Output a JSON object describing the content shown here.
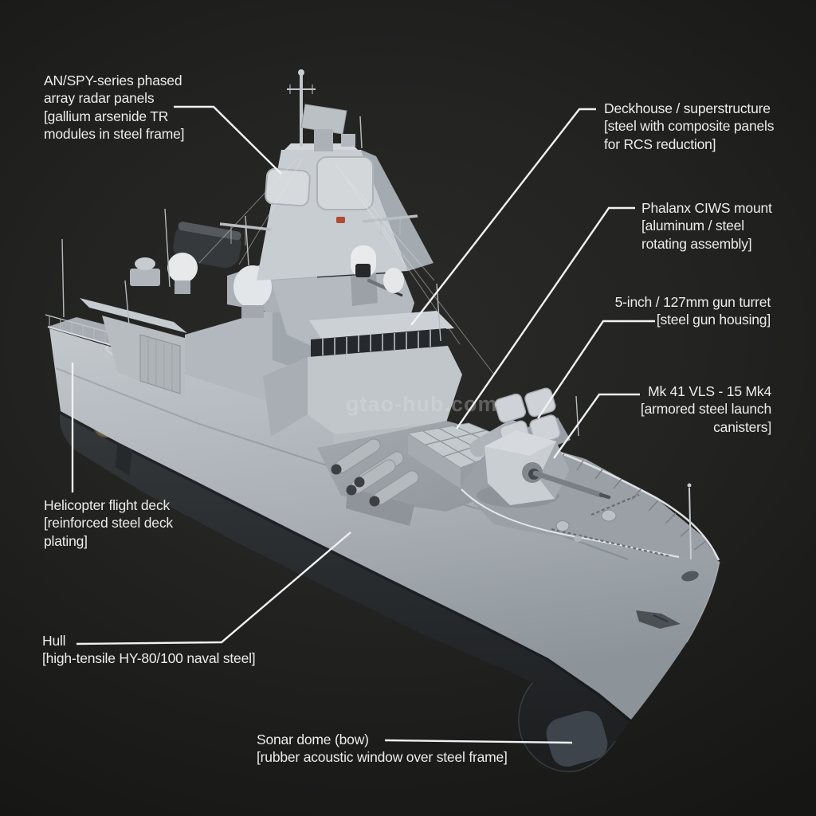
{
  "watermark": {
    "text": "gtao-hub.com"
  },
  "labels": {
    "radar": {
      "lines": [
        "AN/SPY-series phased",
        "array radar panels",
        "[gallium arsenide TR",
        "modules in steel frame]"
      ]
    },
    "deckhouse": {
      "lines": [
        "Deckhouse / superstructure",
        "[steel with composite panels",
        "for RCS reduction]"
      ]
    },
    "phalanx": {
      "lines": [
        "Phalanx CIWS mount",
        "[aluminum / steel",
        "rotating assembly]"
      ]
    },
    "gun": {
      "lines": [
        "5-inch / 127mm gun turret",
        "[steel gun housing]"
      ]
    },
    "vls": {
      "lines": [
        "Mk 41 VLS - 15 Mk4",
        "[armored steel launch",
        "canisters]"
      ]
    },
    "helideck": {
      "lines": [
        "Helicopter flight deck",
        "[reinforced steel deck",
        "plating]"
      ]
    },
    "hull": {
      "lines": [
        "Hull",
        "[high-tensile HY-80/100 naval steel]"
      ]
    },
    "sonar": {
      "lines": [
        "Sonar dome (bow)",
        "[rubber acoustic window over steel frame]"
      ]
    }
  },
  "colors": {
    "background": "#201f1e",
    "label_text": "#ececec",
    "leader_line": "#f0f1f2",
    "hull_light": "#c3c8cd",
    "hull_shadow": "#8c9399",
    "hull_underwater": "#2c2f31",
    "superstructure": "#c8cdd2",
    "dome_white": "#e7e9eb",
    "window_band": "#26292c",
    "funnel_dark": "#35393c",
    "sonar_window": "#41484f",
    "accent_red": "#a33732"
  }
}
